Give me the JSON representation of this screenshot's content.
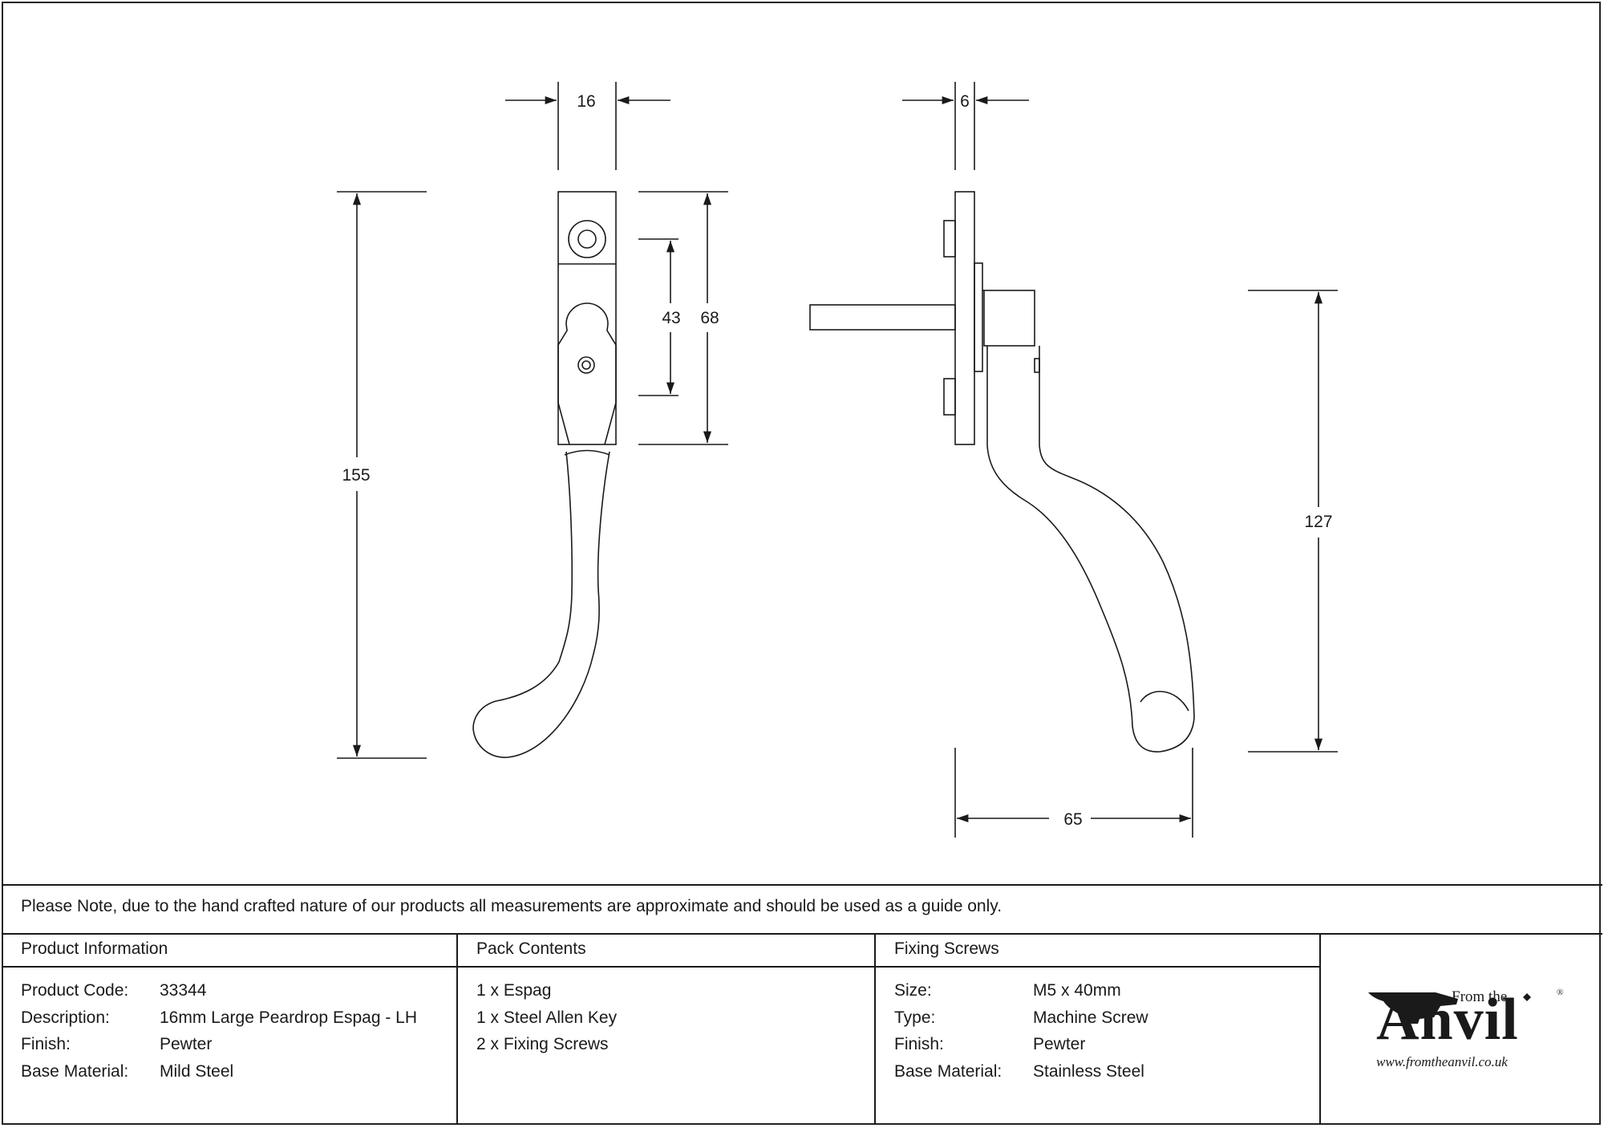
{
  "dimensions": {
    "front_width": "16",
    "side_width": "6",
    "overall_height": "155",
    "spindle_to_top": "43",
    "backplate_height": "68",
    "side_height": "127",
    "projection": "65"
  },
  "note": "Please Note, due to the hand crafted nature of our products all measurements are approximate and should be used as a guide only.",
  "product_information": {
    "title": "Product Information",
    "rows": [
      {
        "label": "Product Code:",
        "value": "33344"
      },
      {
        "label": "Description:",
        "value": "16mm Large Peardrop Espag - LH"
      },
      {
        "label": "Finish:",
        "value": "Pewter"
      },
      {
        "label": "Base Material:",
        "value": "Mild Steel"
      }
    ]
  },
  "pack_contents": {
    "title": "Pack Contents",
    "items": [
      "1 x Espag",
      "1 x Steel Allen Key",
      "2 x Fixing Screws"
    ]
  },
  "fixing_screws": {
    "title": "Fixing Screws",
    "rows": [
      {
        "label": "Size:",
        "value": "M5 x 40mm"
      },
      {
        "label": "Type:",
        "value": "Machine Screw"
      },
      {
        "label": "Finish:",
        "value": "Pewter"
      },
      {
        "label": "Base Material:",
        "value": "Stainless Steel"
      }
    ]
  },
  "logo": {
    "top": "From the",
    "main": "Anvil",
    "registered": "®",
    "url": "www.fromtheanvil.co.uk"
  }
}
